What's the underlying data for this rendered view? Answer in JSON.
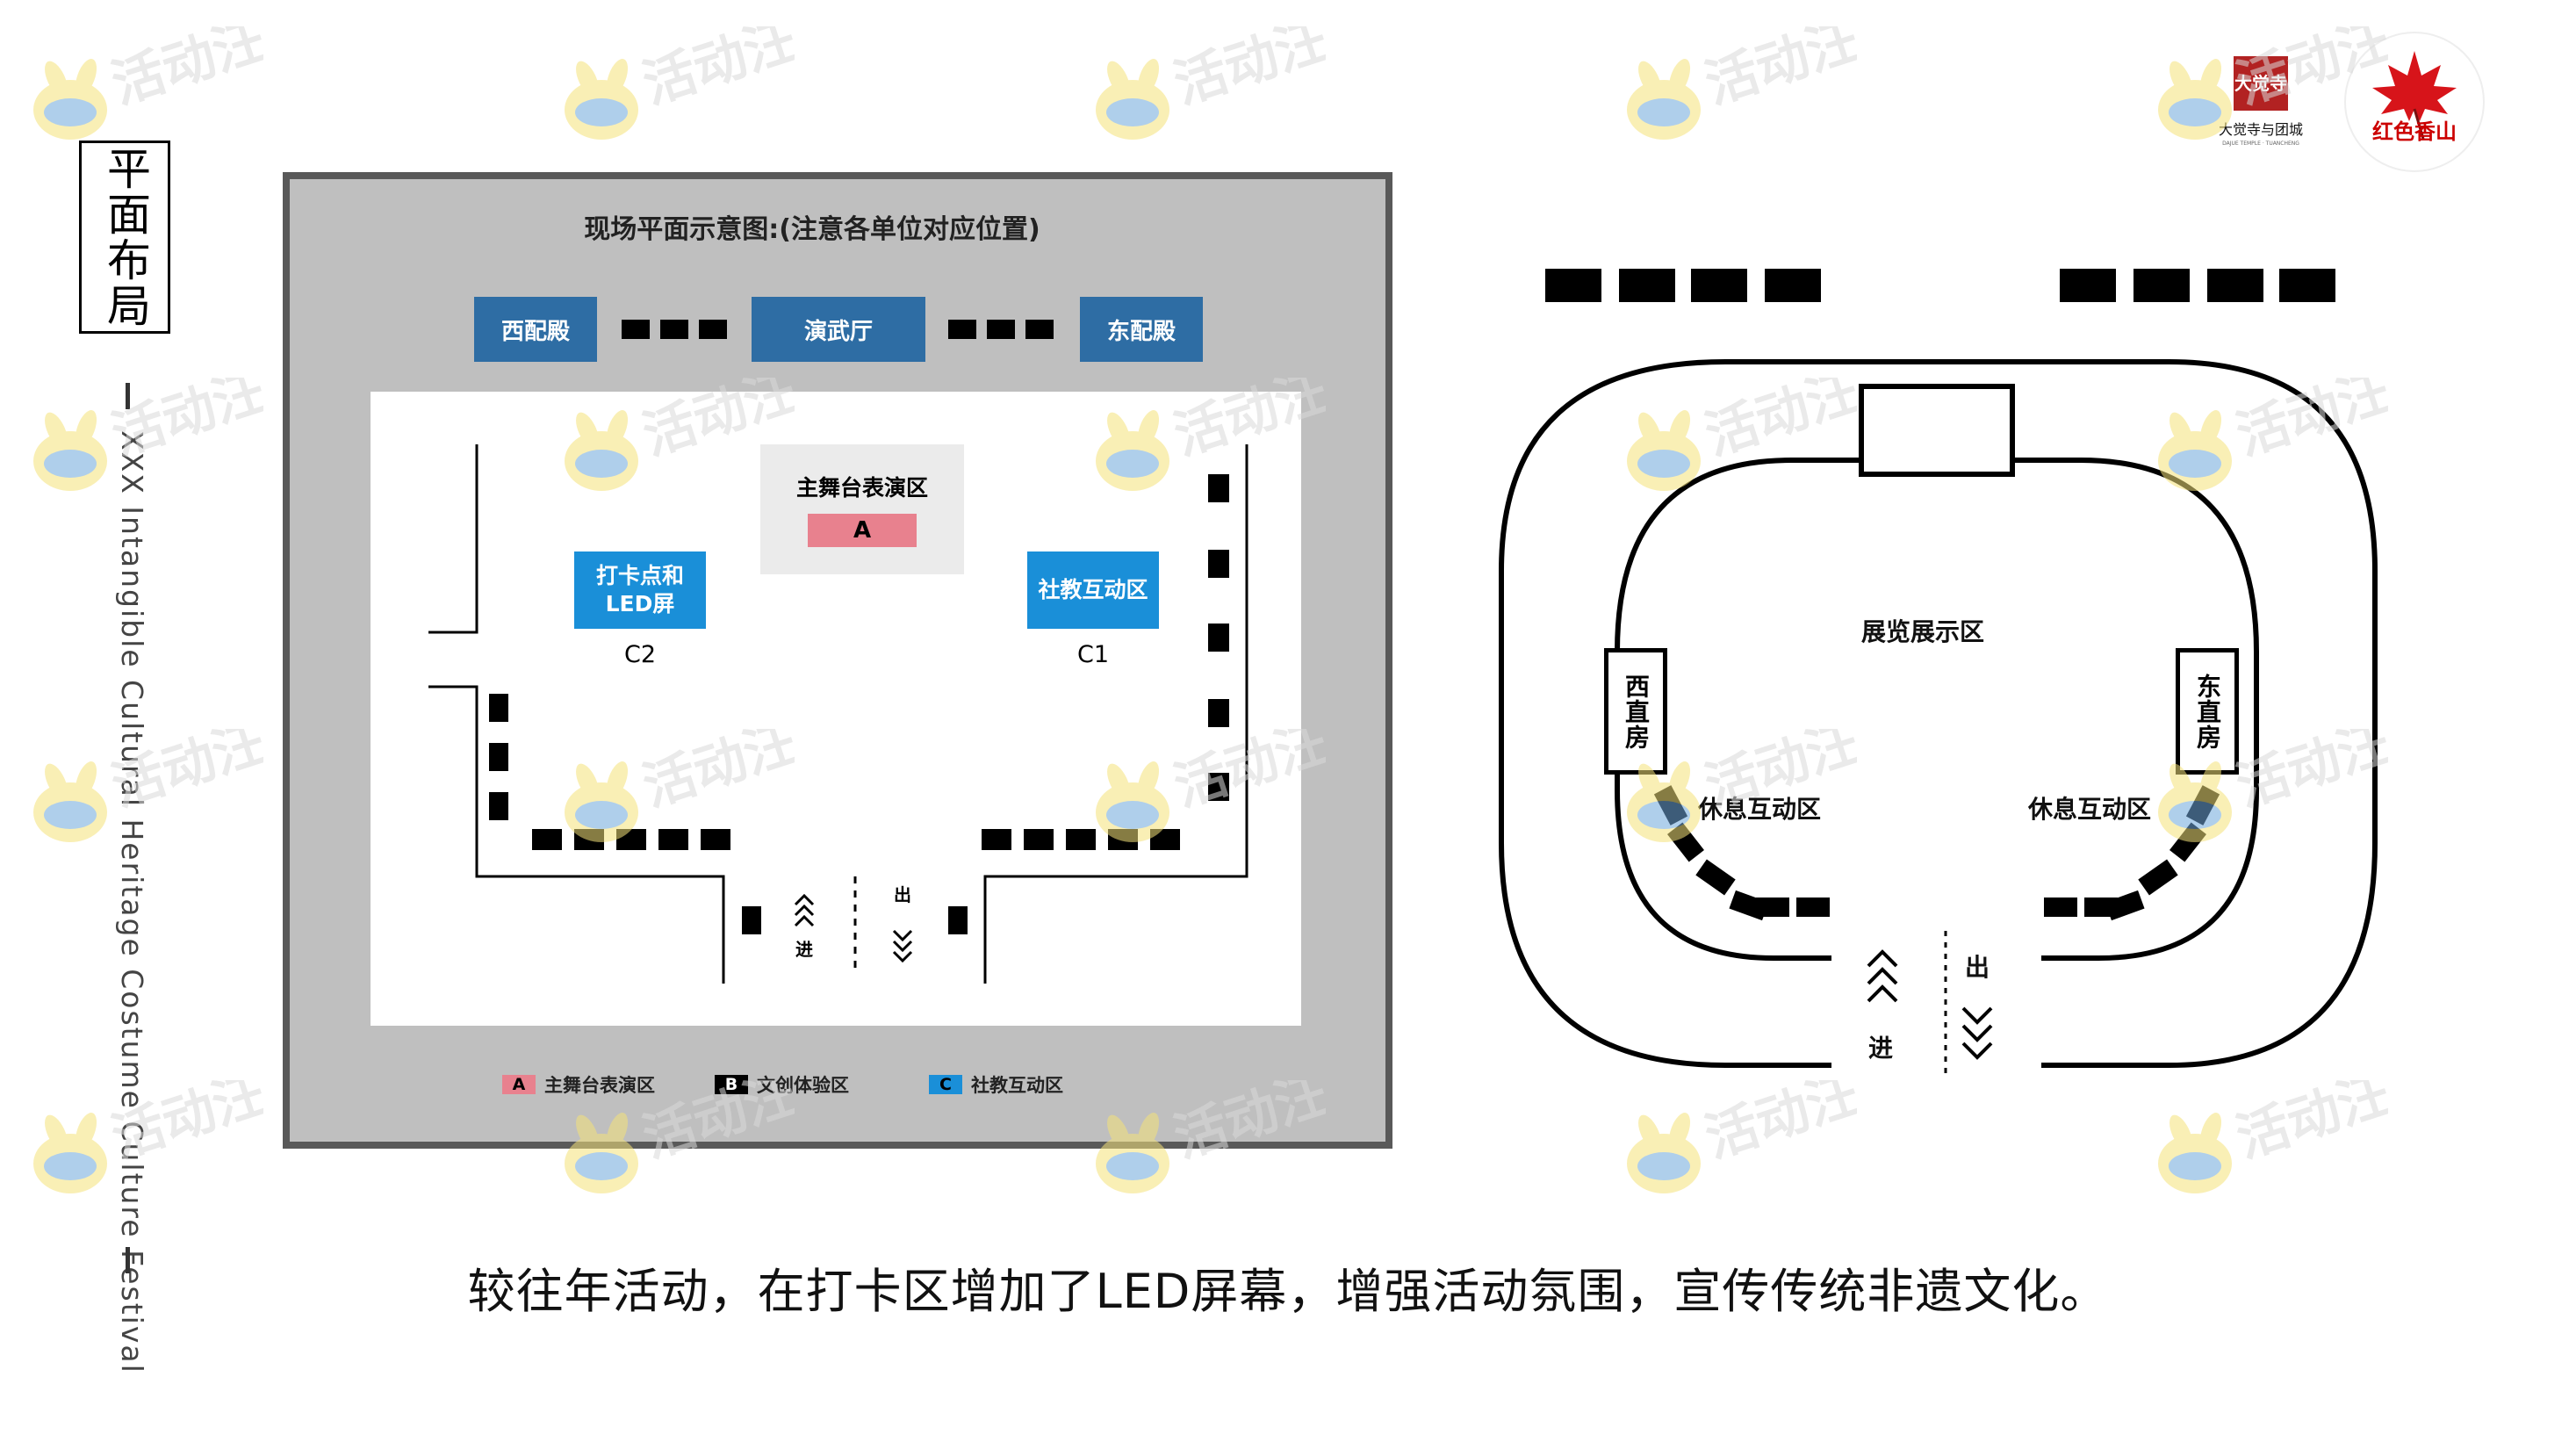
{
  "sidebar": {
    "title": "平面布局",
    "subtitle": "XXX Intangible Cultural Heritage Costume Culture Festival"
  },
  "logos": {
    "left_seal": "大觉寺",
    "left_name": "大觉寺与团城",
    "left_sub": "DAJUE TEMPLE · TUANCHENG",
    "right_name": "红色香山",
    "leaf_color": "#d7141a"
  },
  "left_plan": {
    "title": "现场平面示意图:(注意各单位对应位置)",
    "top_halls": [
      "西配殿",
      "演武厅",
      "东配殿"
    ],
    "stage": {
      "label": "主舞台表演区",
      "code": "A"
    },
    "checkin": {
      "label_line1": "打卡点和",
      "label_line2": "LED屏",
      "code": "C2"
    },
    "edu": {
      "label": "社教互动区",
      "code": "C1"
    },
    "entry_label": "进",
    "exit_label": "出",
    "legend": [
      {
        "code": "A",
        "label": "主舞台表演区",
        "color": "#e8818e"
      },
      {
        "code": "B",
        "label": "文创体验区",
        "color": "#000000"
      },
      {
        "code": "C",
        "label": "社教互动区",
        "color": "#1a8fd8"
      }
    ]
  },
  "right_plan": {
    "center_label": "展览展示区",
    "west_room": "西直房",
    "east_room": "东直房",
    "rest_left": "休息互动区",
    "rest_right": "休息互动区",
    "entry_label": "进",
    "exit_label": "出"
  },
  "watermark_text": "活动汪",
  "caption": "较往年活动，在打卡区增加了LED屏幕，增强活动氛围，宣传传统非遗文化。",
  "colors": {
    "hall_blue": "#2e6da4",
    "interactive_cyan": "#1a8fd8",
    "stage_pink": "#e8818e",
    "panel_gray": "#bfbfbf",
    "panel_border": "#595959"
  }
}
